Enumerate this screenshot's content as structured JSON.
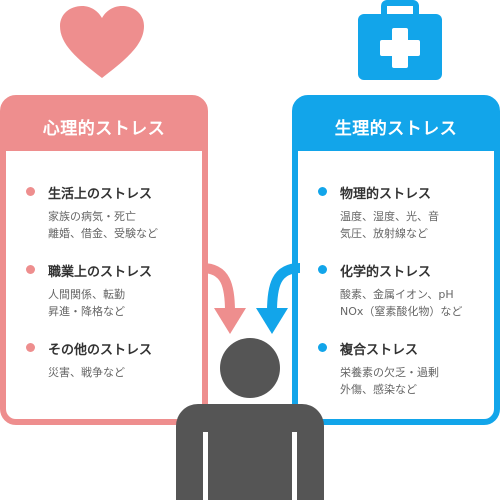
{
  "colors": {
    "psych": "#ee8e8e",
    "phys": "#12a5ea",
    "person": "#555555"
  },
  "icons": {
    "left": "heart-icon",
    "right": "first-aid-kit-icon"
  },
  "psych": {
    "title": "心理的ストレス",
    "items": [
      {
        "head": "生活上のストレス",
        "lines": [
          "家族の病気・死亡",
          "離婚、借金、受験など"
        ]
      },
      {
        "head": "職業上のストレス",
        "lines": [
          "人間関係、転勤",
          "昇進・降格など"
        ]
      },
      {
        "head": "その他のストレス",
        "lines": [
          "災害、戦争など"
        ]
      }
    ]
  },
  "phys": {
    "title": "生理的ストレス",
    "items": [
      {
        "head": "物理的ストレス",
        "lines": [
          "温度、湿度、光、音",
          "気圧、放射線など"
        ]
      },
      {
        "head": "化学的ストレス",
        "lines": [
          "酸素、金属イオン、pH",
          "NOx（窒素酸化物）など"
        ]
      },
      {
        "head": "複合ストレス",
        "lines": [
          "栄養素の欠乏・過剰",
          "外傷、感染など"
        ]
      }
    ]
  }
}
